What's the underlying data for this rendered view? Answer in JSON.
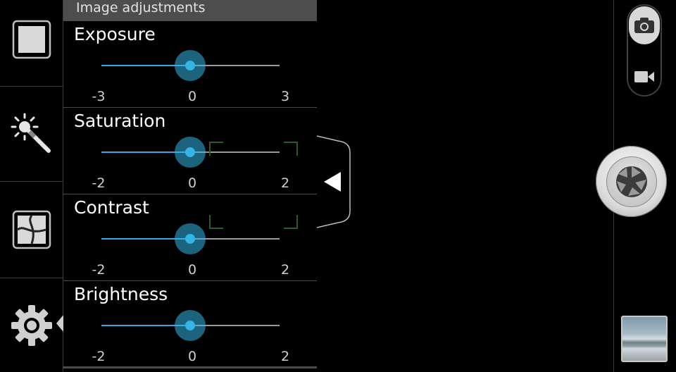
{
  "panel": {
    "title": "Image adjustments",
    "rows": [
      {
        "label": "Exposure",
        "min": "-3",
        "mid": "0",
        "max": "3",
        "value": 0
      },
      {
        "label": "Saturation",
        "min": "-2",
        "mid": "0",
        "max": "2",
        "value": 0
      },
      {
        "label": "Contrast",
        "min": "-2",
        "mid": "0",
        "max": "2",
        "value": 0
      },
      {
        "label": "Brightness",
        "min": "-2",
        "mid": "0",
        "max": "2",
        "value": 0
      }
    ]
  },
  "icons": {
    "left_toolbar": [
      "square-mode-icon",
      "effects-wand-icon",
      "lens-distortion-icon",
      "settings-gear-icon"
    ],
    "right_rail": [
      "camera-icon",
      "video-camera-icon",
      "shutter-aperture-icon",
      "gallery-thumbnail"
    ],
    "expand_tab": "expand-left-arrow-icon"
  },
  "colors": {
    "accent": "#33b5e5",
    "header_bg": "#4d4d4d",
    "focus_bracket": "#2f5d2a"
  }
}
